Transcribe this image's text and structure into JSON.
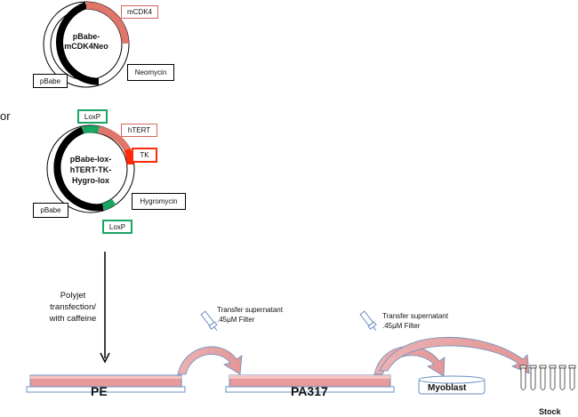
{
  "plasmid1": {
    "name_line1": "pBabe-",
    "name_line2": "mCDK4Neo",
    "labels": {
      "mcdk4": "mCDK4",
      "neomycin": "Neomycin",
      "pbabe": "pBabe"
    }
  },
  "or_text": "or",
  "plasmid2": {
    "name_line1": "pBabe-lox-",
    "name_line2": "hTERT-TK-",
    "name_line3": "Hygro-lox",
    "labels": {
      "loxp_top": "LoxP",
      "htert": "hTERT",
      "tk": "TK",
      "hygromycin": "Hygromycin",
      "pbabe": "pBabe",
      "loxp_bottom": "LoxP"
    }
  },
  "transfection": {
    "line1": "Polyjet",
    "line2": "transfection/",
    "line3": "with caffeine"
  },
  "transfer1": {
    "line1": "Transfer supernatant",
    "line2": ".45µM Filter"
  },
  "transfer2": {
    "line1": "Transfer supernatant",
    "line2": ".45µM Filter"
  },
  "dishes": {
    "pe": "PE",
    "pa317": "PA317",
    "myoblast": "Myoblast"
  },
  "stock_label": "Stock",
  "colors": {
    "plasmid_black": "#000000",
    "mcdk4_segment": "#e0766a",
    "htert_segment": "#e0766a",
    "tk_segment": "#ff2a0a",
    "loxp_segment": "#1aa562",
    "dish_fill": "#e79a9a",
    "dish_outline": "#6a8fc2",
    "arrow_fill": "#e8a2a2"
  }
}
